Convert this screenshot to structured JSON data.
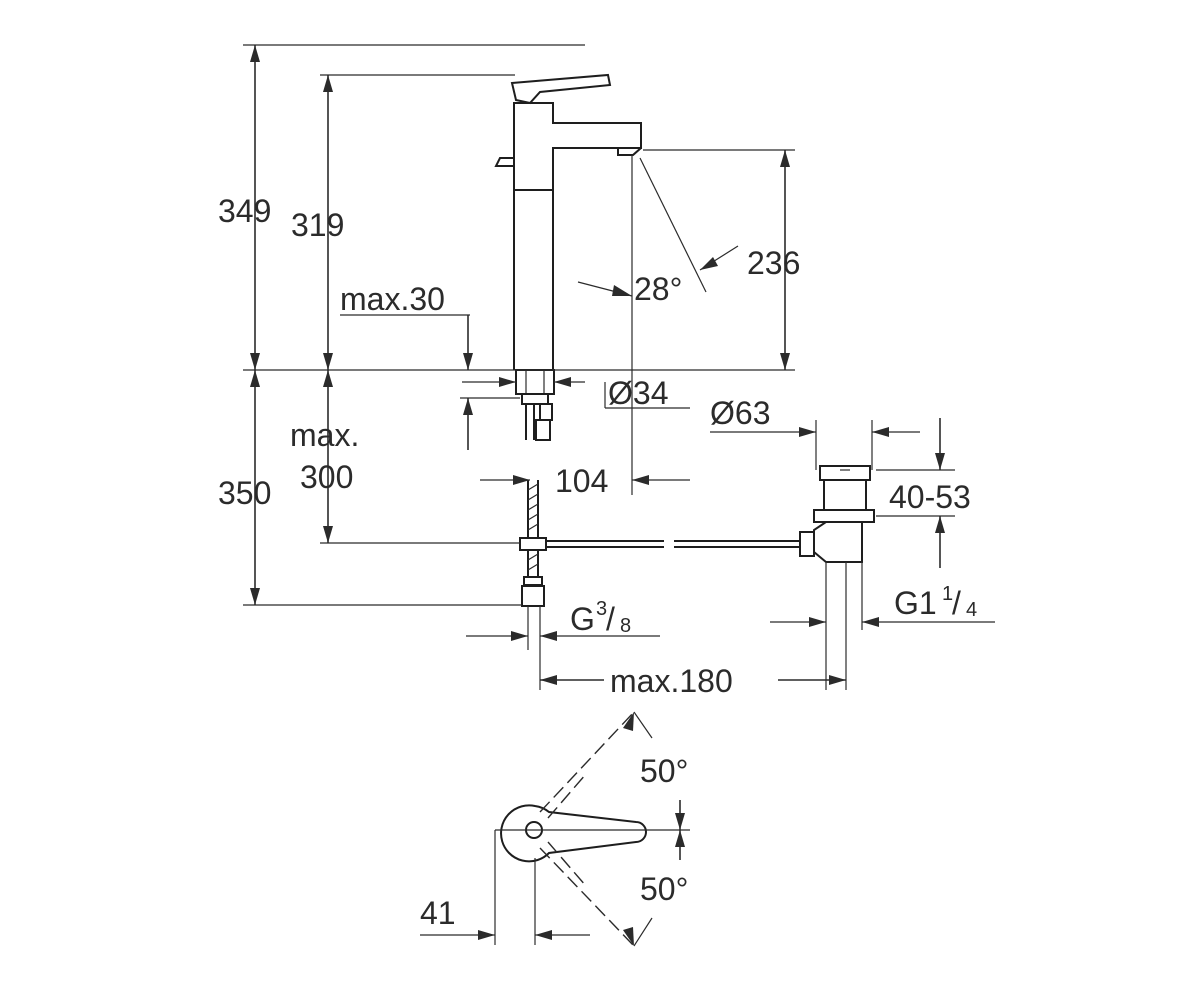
{
  "dimensions": {
    "d349": "349",
    "d319": "319",
    "d236": "236",
    "d28deg": "28°",
    "max30": "max.30",
    "dia34": "Ø34",
    "dia63": "Ø63",
    "max_word": "max.",
    "d300": "300",
    "d350": "350",
    "d104": "104",
    "d40_53": "40-53",
    "g_letter": "G",
    "g_num": "3",
    "g_den": "8",
    "g1_main": "G1",
    "g1_num": "1",
    "g1_den": "4",
    "max180": "max.180",
    "d50_top": "50°",
    "d50_bottom": "50°",
    "d41": "41"
  }
}
